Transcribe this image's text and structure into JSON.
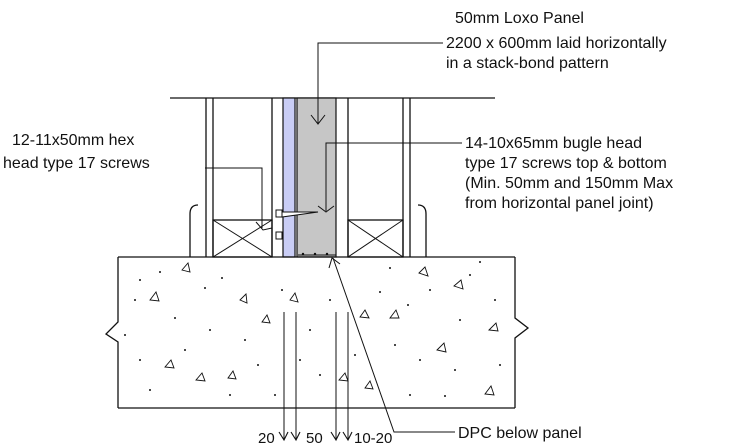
{
  "labels": {
    "panel_title": "50mm Loxo Panel",
    "panel_line2": "2200 x 600mm laid horizontally",
    "panel_line3": "in a stack-bond pattern",
    "hex_line1": "12-11x50mm hex",
    "hex_line2": "head type 17 screws",
    "bugle_line1": "14-10x65mm bugle head",
    "bugle_line2": "type 17 screws top & bottom",
    "bugle_line3": "(Min. 50mm and 150mm Max",
    "bugle_line4": "from horizontal panel joint)",
    "dpc": "DPC below panel"
  },
  "dimensions": {
    "d1": "20",
    "d2": "50",
    "d3": "10-20"
  },
  "colors": {
    "line": "#111111",
    "cavity_fill": "#c9cdf5",
    "panel_fill": "#c6c6c6",
    "background": "#ffffff"
  }
}
